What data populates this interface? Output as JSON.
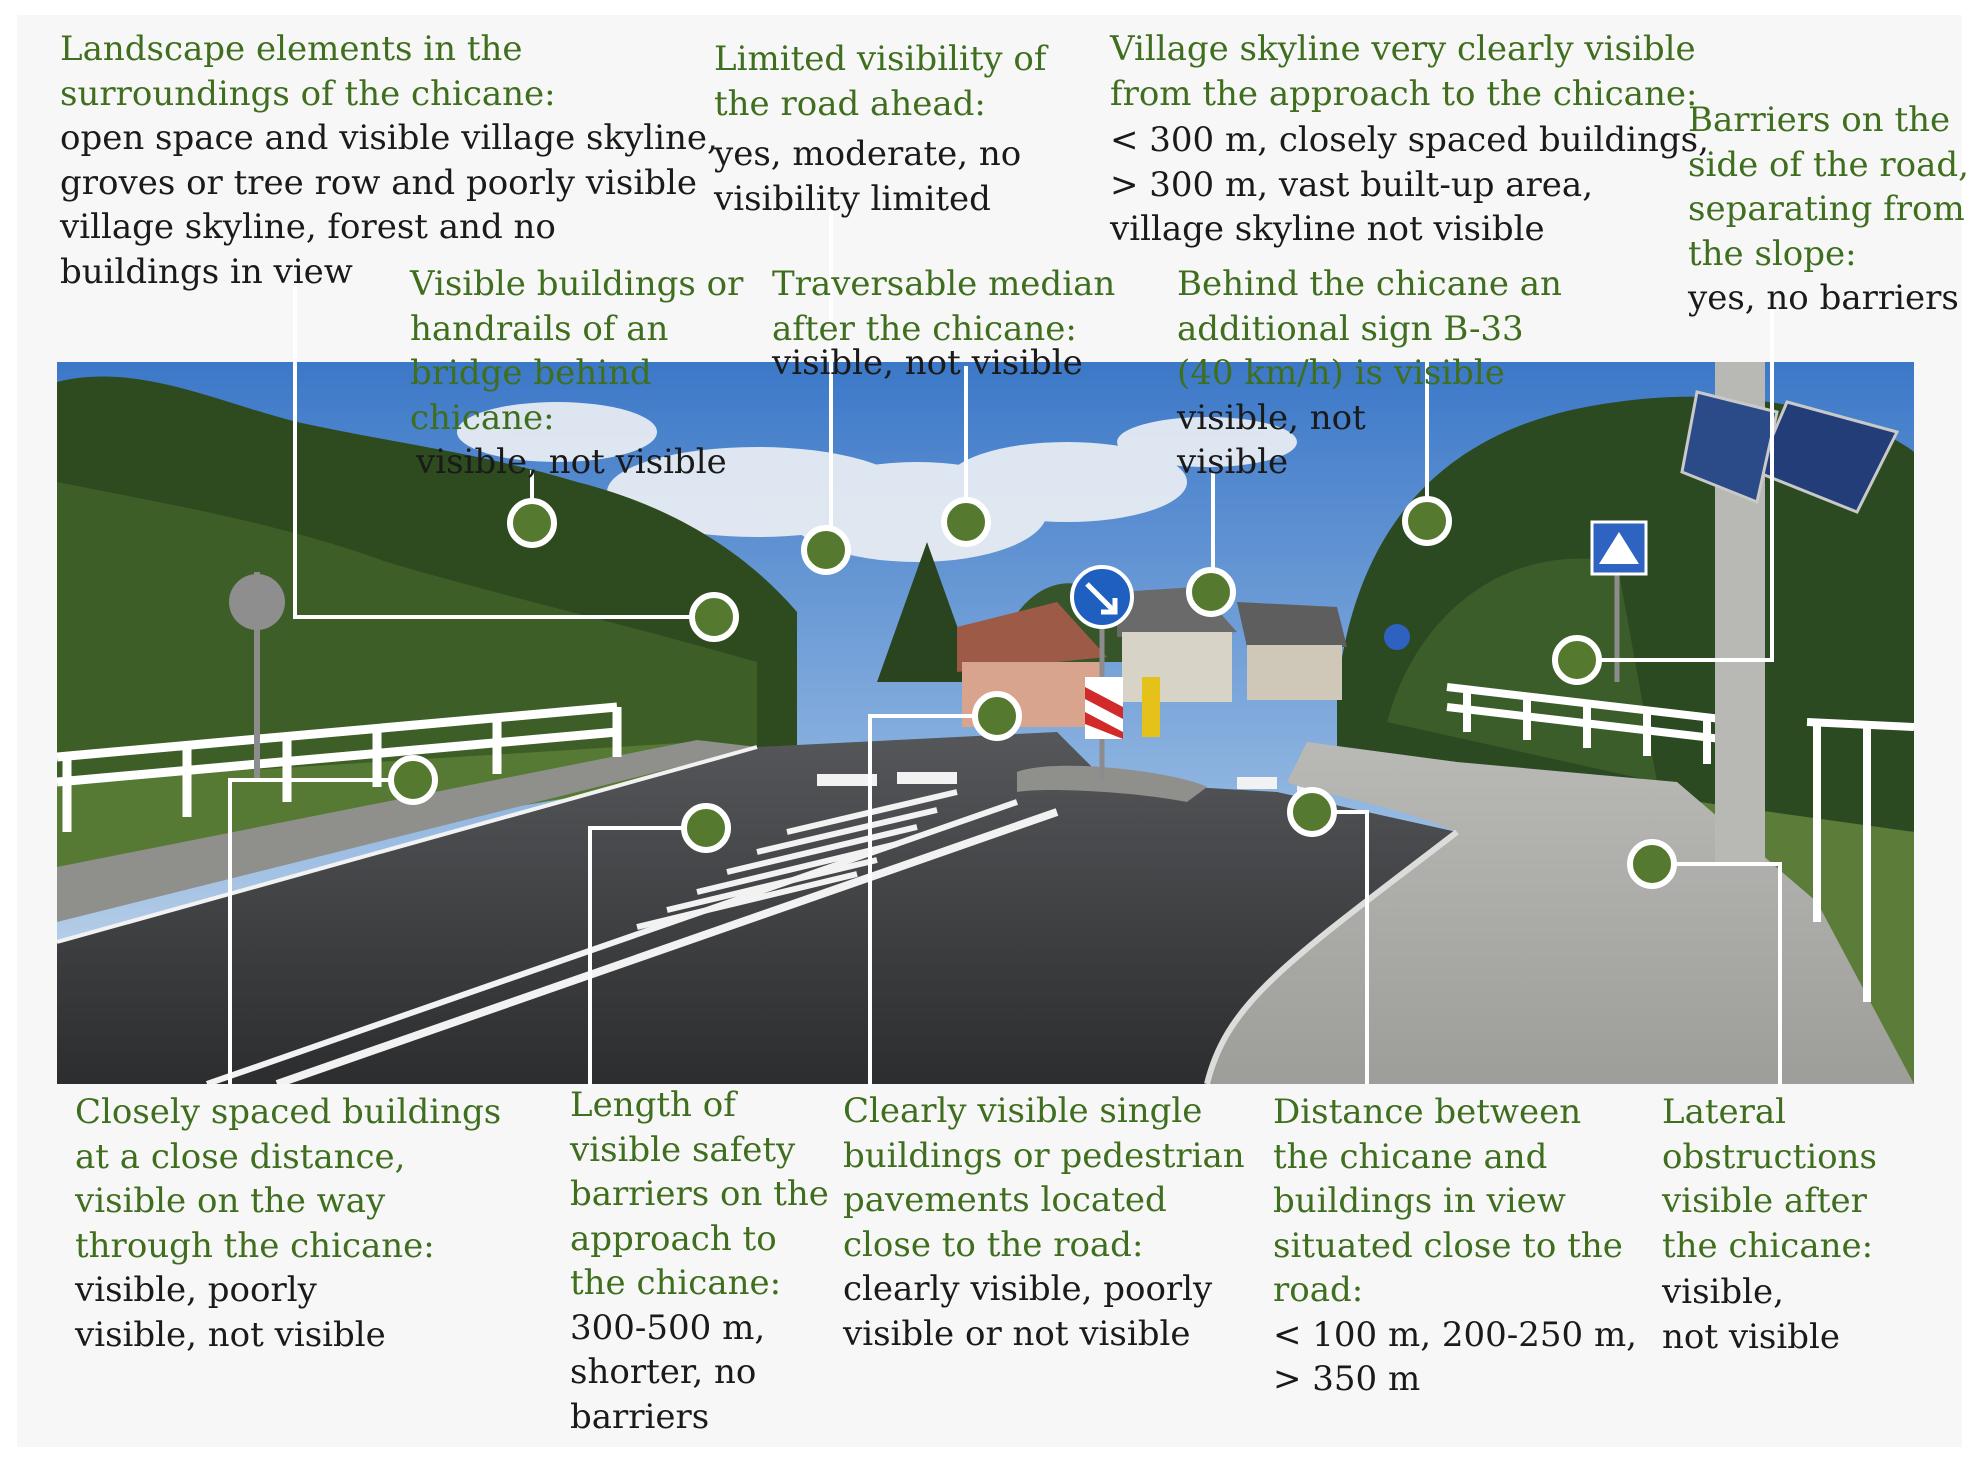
{
  "colors": {
    "heading": "#3f6f1e",
    "body": "#1a1a1a",
    "marker": "#557a2f",
    "leader": "#ffffff"
  },
  "photo": {
    "description_icon": "road-chicane-photo",
    "sign_b33": "B-33"
  },
  "annotations": [
    {
      "id": "landscape",
      "heading": "Landscape elements in the\nsurroundings of the chicane:",
      "values": "open space and visible village skyline,\ngroves or tree row and poorly visible\nvillage skyline,  forest and no\nbuildings in view"
    },
    {
      "id": "limited-visibility",
      "heading": "Limited visibility of\nthe road ahead:",
      "values": "yes, moderate, no\nvisibility limited"
    },
    {
      "id": "village-skyline",
      "heading": "Village skyline very clearly visible\nfrom the approach to the chicane:",
      "values": "< 300 m, closely spaced buildings,\n> 300 m, vast built-up area,\nvillage skyline not visible"
    },
    {
      "id": "barriers-slope",
      "heading": "Barriers on the\nside of the road,\nseparating from\nthe slope:",
      "values": "yes, no barriers"
    },
    {
      "id": "buildings-handrails",
      "heading": "Visible buildings or\nhandrails of an\nbridge behind\nchicane:",
      "values": "visible, not visible"
    },
    {
      "id": "traversable-median",
      "heading": "Traversable median\nafter the chicane:",
      "values": "visible, not visible"
    },
    {
      "id": "sign-b33",
      "heading": "Behind the chicane an\nadditional sign B-33\n(40 km/h) is visible",
      "values": "visible, not\nvisible"
    },
    {
      "id": "closely-spaced",
      "heading": "Closely spaced buildings\nat a close distance,\nvisible on the way\nthrough the chicane:",
      "values": "visible, poorly\nvisible, not visible"
    },
    {
      "id": "safety-barriers",
      "heading": "Length of\nvisible safety\nbarriers on the\napproach to\nthe chicane:",
      "values": "300-500 m,\nshorter, no\nbarriers"
    },
    {
      "id": "single-buildings",
      "heading": "Clearly visible single\nbuildings or pedestrian\npavements located\nclose to the road:",
      "values": "clearly visible, poorly\nvisible or not visible"
    },
    {
      "id": "distance",
      "heading": "Distance between\nthe chicane and\nbuildings in view\nsituated close to the\nroad:",
      "values": "< 100 m, 200-250 m,\n> 350 m"
    },
    {
      "id": "lateral",
      "heading": "Lateral\nobstructions\nvisible after\nthe chicane:",
      "values": "visible,\nnot visible"
    }
  ]
}
